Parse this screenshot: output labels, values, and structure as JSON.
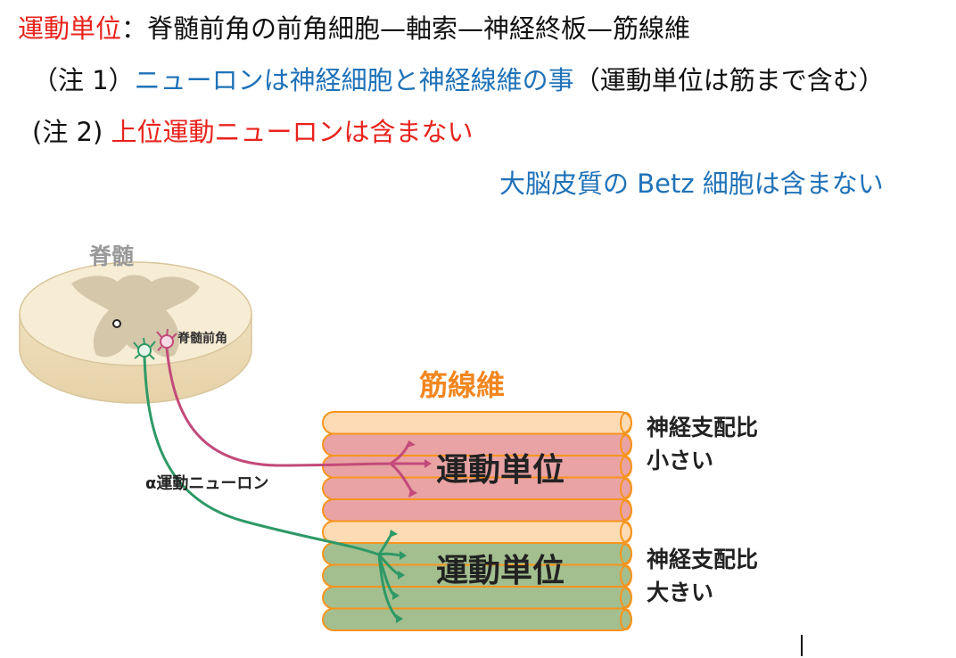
{
  "header": {
    "line1": {
      "term": "運動単位",
      "colon": "：",
      "definition": "脊髄前角の前角細胞—軸索—神経終板—筋線維"
    },
    "note1": {
      "prefix": "（注 1）",
      "highlight": "ニューロンは神経細胞と神経線維の事",
      "suffix": "（運動単位は筋まで含む）"
    },
    "note2": {
      "prefix": "(注 2) ",
      "highlight": "上位運動ニューロンは含まない"
    },
    "note3": {
      "text": "大脳皮質の Betz 細胞は含まない"
    }
  },
  "diagram": {
    "spinal_cord_label": "脊髄",
    "anterior_horn_label": "脊髄前角",
    "muscle_fiber_label": "筋線維",
    "alpha_motor_neuron_label": "α運動ニューロン",
    "upper_unit_label": "運動単位",
    "lower_unit_label": "運動単位",
    "upper_ratio": {
      "line1": "神経支配比",
      "line2": "小さい"
    },
    "lower_ratio": {
      "line1": "神経支配比",
      "line2": "大きい"
    }
  },
  "colors": {
    "red_text": "#e8231c",
    "blue_text": "#1f72b8",
    "cord_fill": "#f7ecd4",
    "gray_matter": "#d4c7aa",
    "fiber_orange": "#f7941d",
    "fiber_light": "#fddbb4",
    "pink_region": "#e9a3a4",
    "green_region": "#a3bf8f",
    "pink_neuron": "#c34a7a",
    "green_neuron": "#2e9966",
    "label_orange": "#f2861f"
  }
}
